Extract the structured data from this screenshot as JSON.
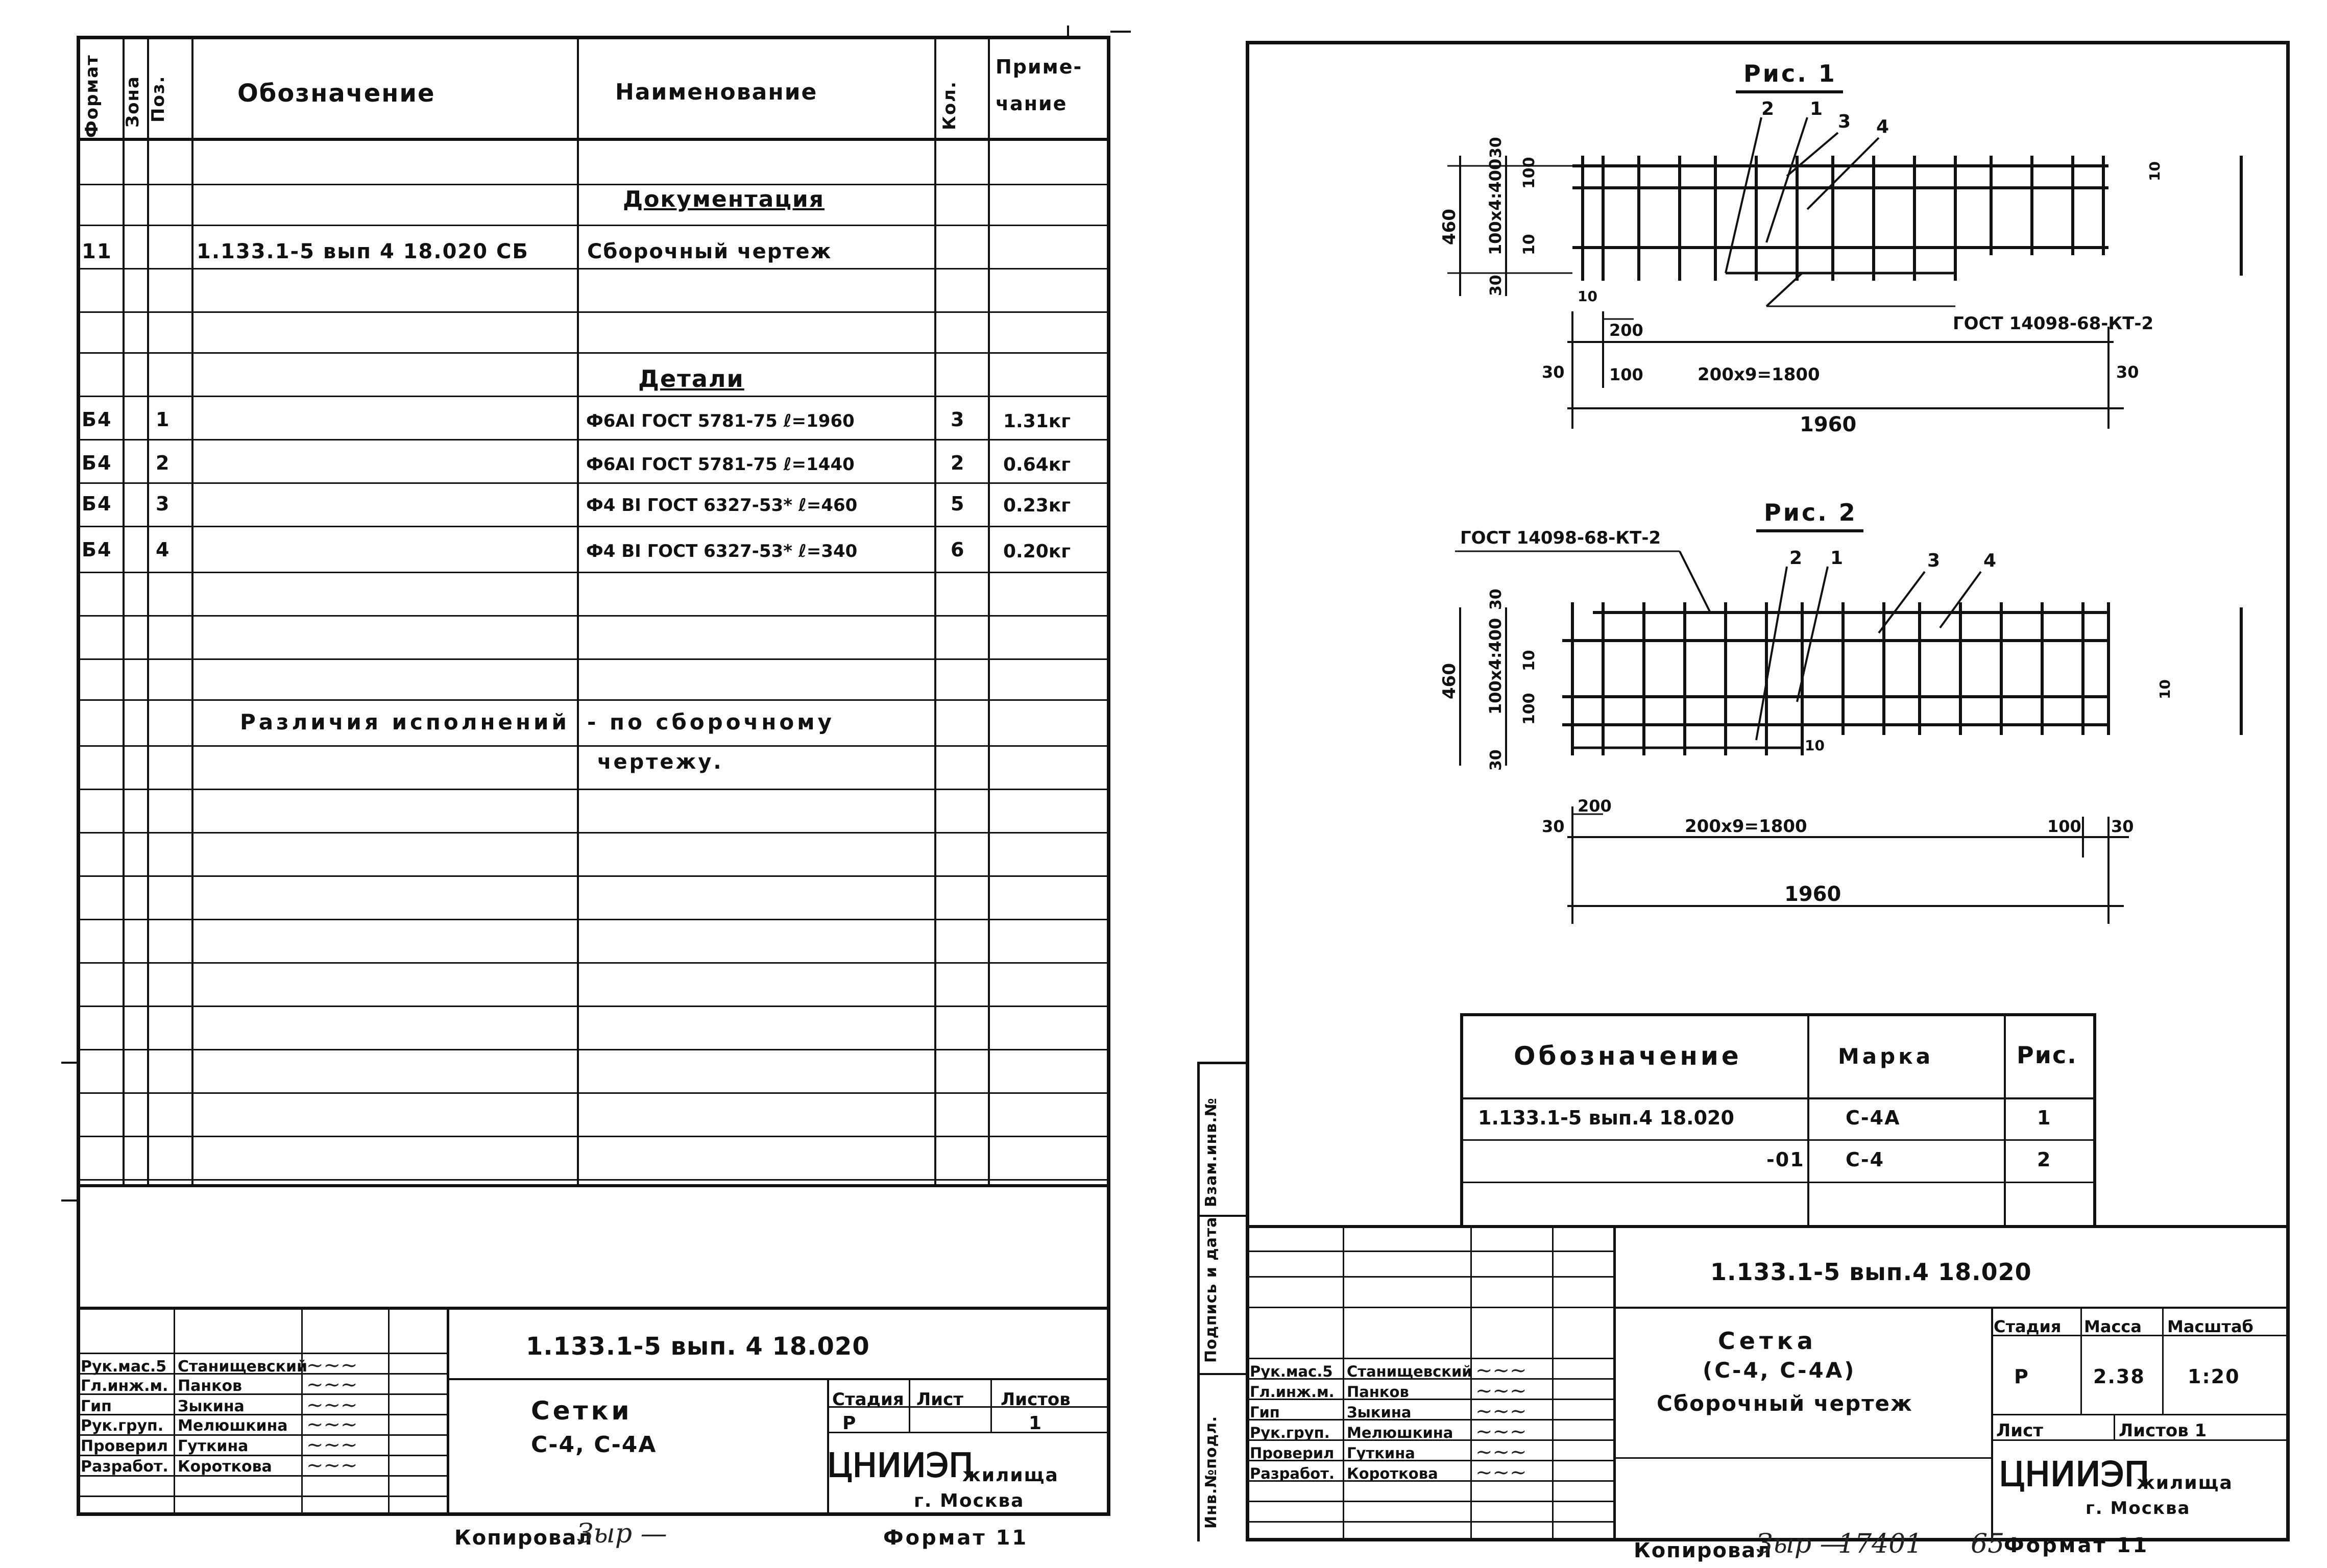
{
  "left": {
    "spec_headers": {
      "format": "Формат",
      "zone": "Зона",
      "pos": "Поз.",
      "designation": "Обозначение",
      "name": "Наименование",
      "qty": "Кол.",
      "note": "Приме-\nчание"
    },
    "rows": [
      {
        "format": "",
        "pos": "",
        "designation": "",
        "name": "Документация",
        "qty": "",
        "note": "",
        "heading": true
      },
      {
        "format": "11",
        "pos": "",
        "designation": "1.133.1-5 вып 4  18.020 СБ",
        "name": "Сборочный чертеж",
        "qty": "",
        "note": ""
      },
      {
        "format": "",
        "pos": "",
        "designation": "",
        "name": "Детали",
        "qty": "",
        "note": "",
        "heading": true
      },
      {
        "format": "Б4",
        "pos": "1",
        "designation": "",
        "name": "Ф6АI ГОСТ 5781-75  ℓ=1960",
        "qty": "3",
        "note": "1.31кг"
      },
      {
        "format": "Б4",
        "pos": "2",
        "designation": "",
        "name": "Ф6АI ГОСТ 5781-75  ℓ=1440",
        "qty": "2",
        "note": "0.64кг"
      },
      {
        "format": "Б4",
        "pos": "3",
        "designation": "",
        "name": "Ф4 ВI ГОСТ 6327-53* ℓ=460",
        "qty": "5",
        "note": "0.23кг"
      },
      {
        "format": "Б4",
        "pos": "4",
        "designation": "",
        "name": "Ф4 ВI ГОСТ 6327-53* ℓ=340",
        "qty": "6",
        "note": "0.20кг"
      }
    ],
    "variants_note_1": "Различия исполнений",
    "variants_note_2": "- по сборочному",
    "variants_note_3": "чертежу.",
    "title_block": {
      "doc_code": "1.133.1-5 вып. 4  18.020",
      "title": "Сетки",
      "subtitle": "С-4, С-4А",
      "roles": [
        "Рук.мас.5",
        "Гл.инж.м.",
        "Гип",
        "Рук.груп.",
        "Проверил",
        "Разработ."
      ],
      "names": [
        "Станищевский",
        "Панков",
        "Зыкина",
        "Мелюшкина",
        "Гуткина",
        "Короткова"
      ],
      "stage_label": "Стадия",
      "sheet_label": "Лист",
      "sheets_label": "Листов",
      "stage": "Р",
      "sheets": "1",
      "org": "ЦНИИЭП",
      "org_suffix": "жилища",
      "city": "г. Москва"
    },
    "copied_by": "Копировал",
    "format_label": "Формат 11"
  },
  "right": {
    "fig1_title": "Рис. 1",
    "fig2_title": "Рис. 2",
    "weld_note": "ГОСТ 14098-68-КТ-2",
    "dims": {
      "height_total": "460",
      "inner": "100х4:400",
      "edge": "30",
      "small": "100",
      "ten": "10",
      "pitch": "200",
      "span": "200х9=1800",
      "length": "1960"
    },
    "callouts": [
      "2",
      "1",
      "3",
      "4"
    ],
    "marks_table": {
      "headers": [
        "Обозначение",
        "Марка",
        "Рис."
      ],
      "rows": [
        [
          "1.133.1-5 вып.4 18.020",
          "С-4А",
          "1"
        ],
        [
          "-01",
          "С-4",
          "2"
        ]
      ]
    },
    "side_labels": [
      "Инв.№подл.",
      "Подпись и дата",
      "Взам.инв.№"
    ],
    "title_block": {
      "doc_code": "1.133.1-5 вып.4  18.020",
      "title": "Сетка",
      "subtitle": "(С-4, С-4А)",
      "sub2": "Сборочный чертеж",
      "roles": [
        "Рук.мас.5",
        "Гл.инж.м.",
        "Гип",
        "Рук.груп.",
        "Проверил",
        "Разработ."
      ],
      "names": [
        "Станищевский",
        "Панков",
        "Зыкина",
        "Мелюшкина",
        "Гуткина",
        "Короткова"
      ],
      "stage_label": "Стадия",
      "mass_label": "Масса",
      "scale_label": "Масштаб",
      "stage": "Р",
      "mass": "2.38",
      "scale": "1:20",
      "sheet_label": "Лист",
      "sheets_label": "Листов 1",
      "org": "ЦНИИЭП",
      "org_suffix": "жилища",
      "city": "г. Москва"
    },
    "copied_by": "Копировал",
    "copy_num": "17401",
    "page_num": "65",
    "format_label": "Формат 11"
  }
}
